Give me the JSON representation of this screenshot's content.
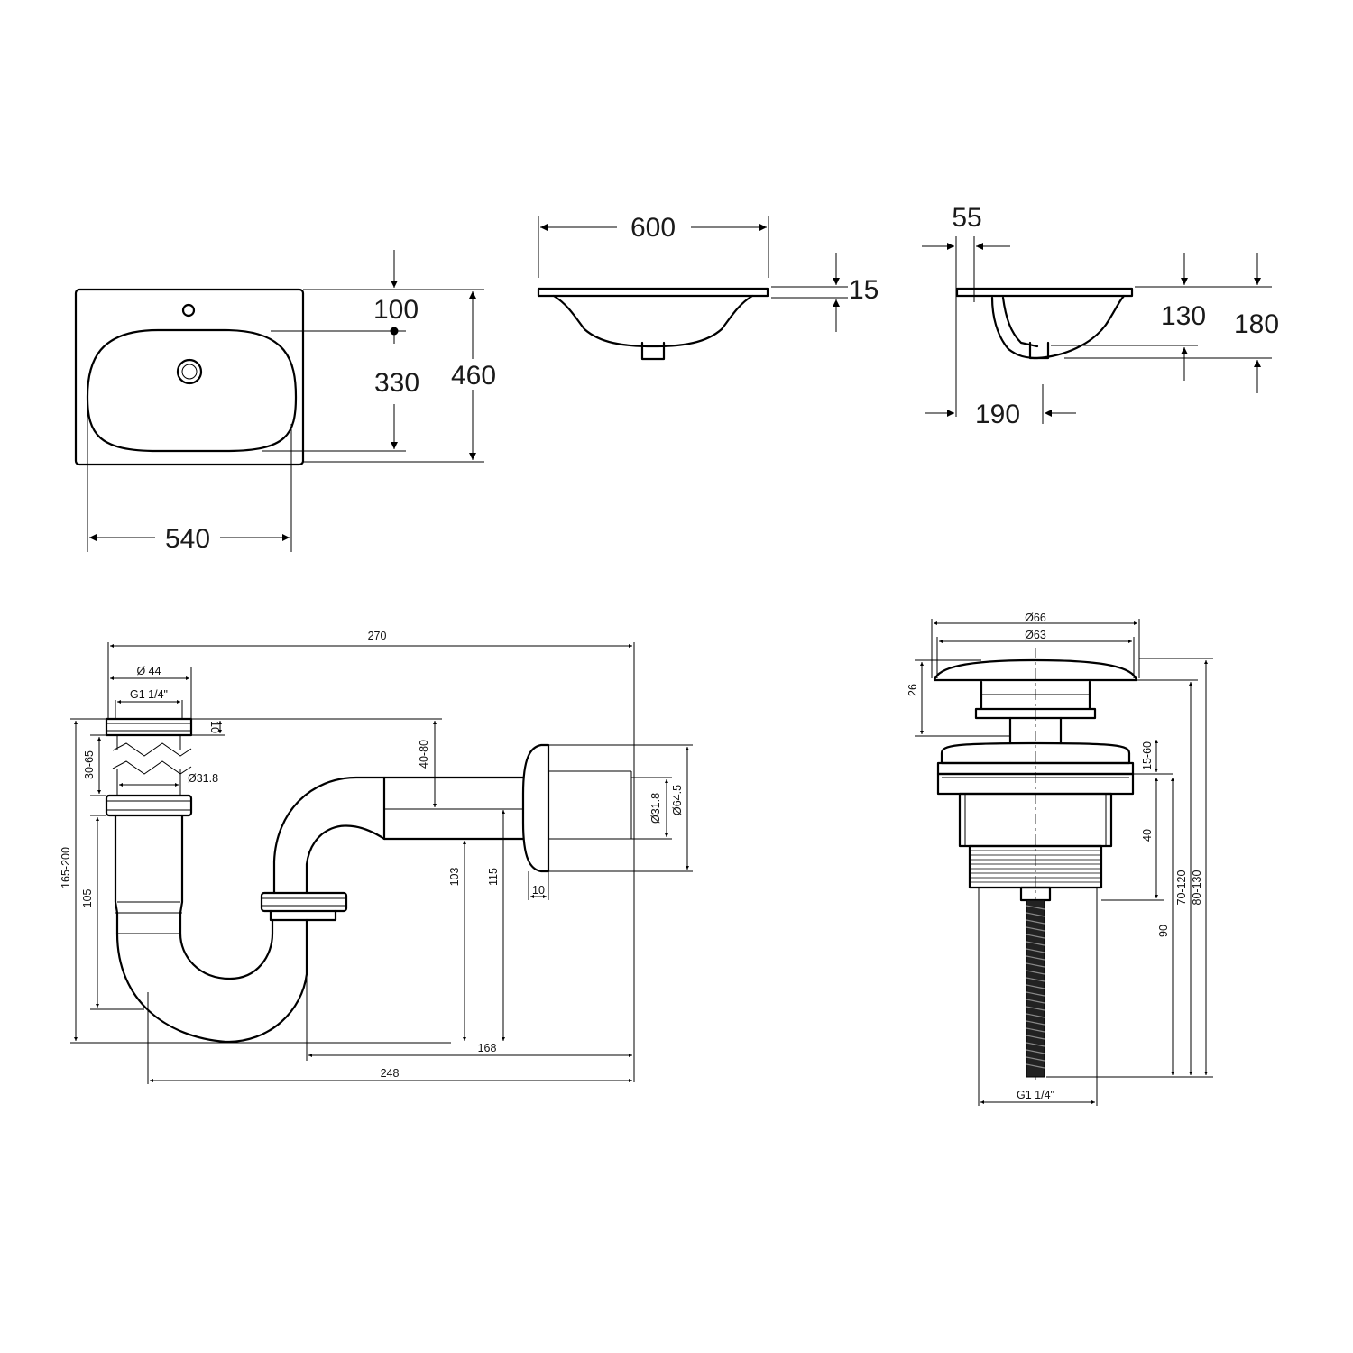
{
  "basin": {
    "top_view": {
      "width": "540",
      "depth": "460",
      "tap_offset": "100",
      "bowl_depth": "330"
    },
    "front_view": {
      "width": "600",
      "rim": "15"
    },
    "side_view": {
      "offset": "55",
      "drain_height": "130",
      "height": "180",
      "drain_distance": "190"
    }
  },
  "siphon": {
    "overall_length": "270",
    "outer_diameter": "Ø 44",
    "thread": "G1 1/4\"",
    "nut_height": "10",
    "adjust_range": "30-65",
    "pipe_diameter": "Ø31.8",
    "total_height": "165-200",
    "lower_height": "105",
    "outlet_adjust": "40-80",
    "outlet_diameter": "Ø31.8",
    "flange_diameter": "Ø64.5",
    "flange_thickness": "10",
    "outlet_height": "103",
    "flange_height": "115",
    "horizontal_168": "168",
    "horizontal_248": "248"
  },
  "drain_valve": {
    "cap_diameter": "Ø66",
    "body_diameter": "Ø63",
    "cap_height": "26",
    "clamp_range": "15-60",
    "body_height": "40",
    "length_range_a": "70-120",
    "length_range_b": "80-130",
    "thread_length": "90",
    "thread": "G1 1/4\""
  }
}
